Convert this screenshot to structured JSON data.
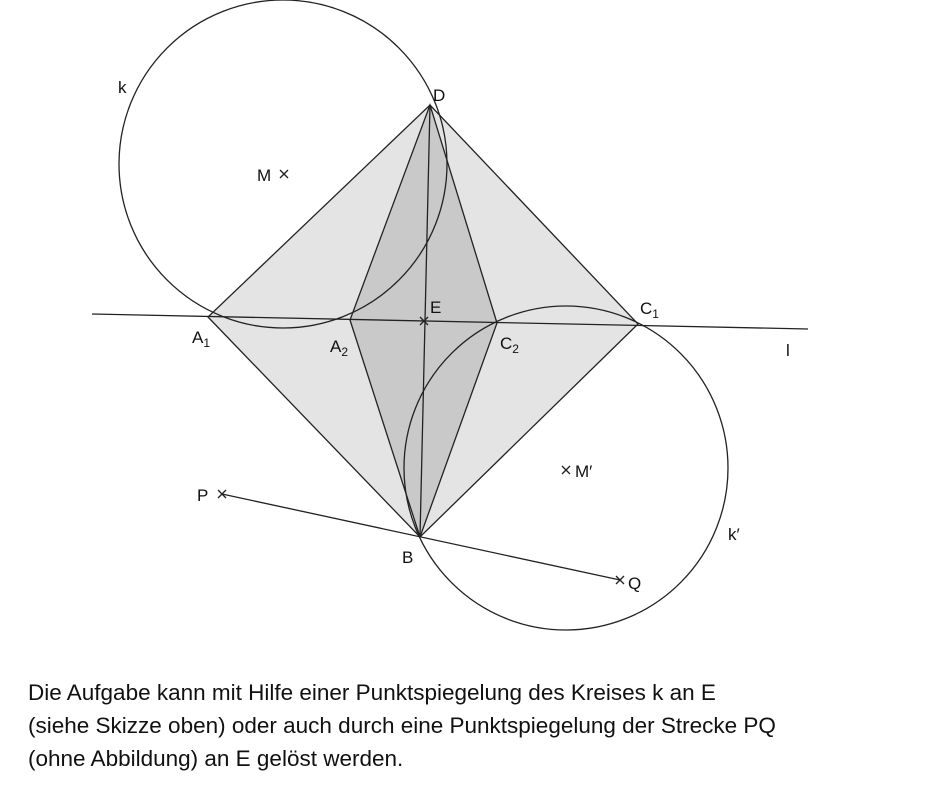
{
  "labels": {
    "k": "k",
    "D": "D",
    "M": "M",
    "E": "E",
    "C1_base": "C",
    "C1_sub": "1",
    "A1_base": "A",
    "A1_sub": "1",
    "A2_base": "A",
    "A2_sub": "2",
    "C2_base": "C",
    "C2_sub": "2",
    "l": "l",
    "Mprime": "M′",
    "P": "P",
    "B": "B",
    "kprime": "k′",
    "Q": "Q"
  },
  "caption": {
    "line1": "Die Aufgabe kann mit Hilfe einer Punktspiegelung des Kreises k an E",
    "line2": "(siehe Skizze oben) oder auch durch eine Punktspiegelung der Strecke PQ",
    "line3": "(ohne Abbildung) an E gelöst werden."
  },
  "colors": {
    "outer_rhombus_fill": "#e4e4e4",
    "inner_rhombus_fill": "#c9c9c9",
    "stroke": "#222222"
  }
}
